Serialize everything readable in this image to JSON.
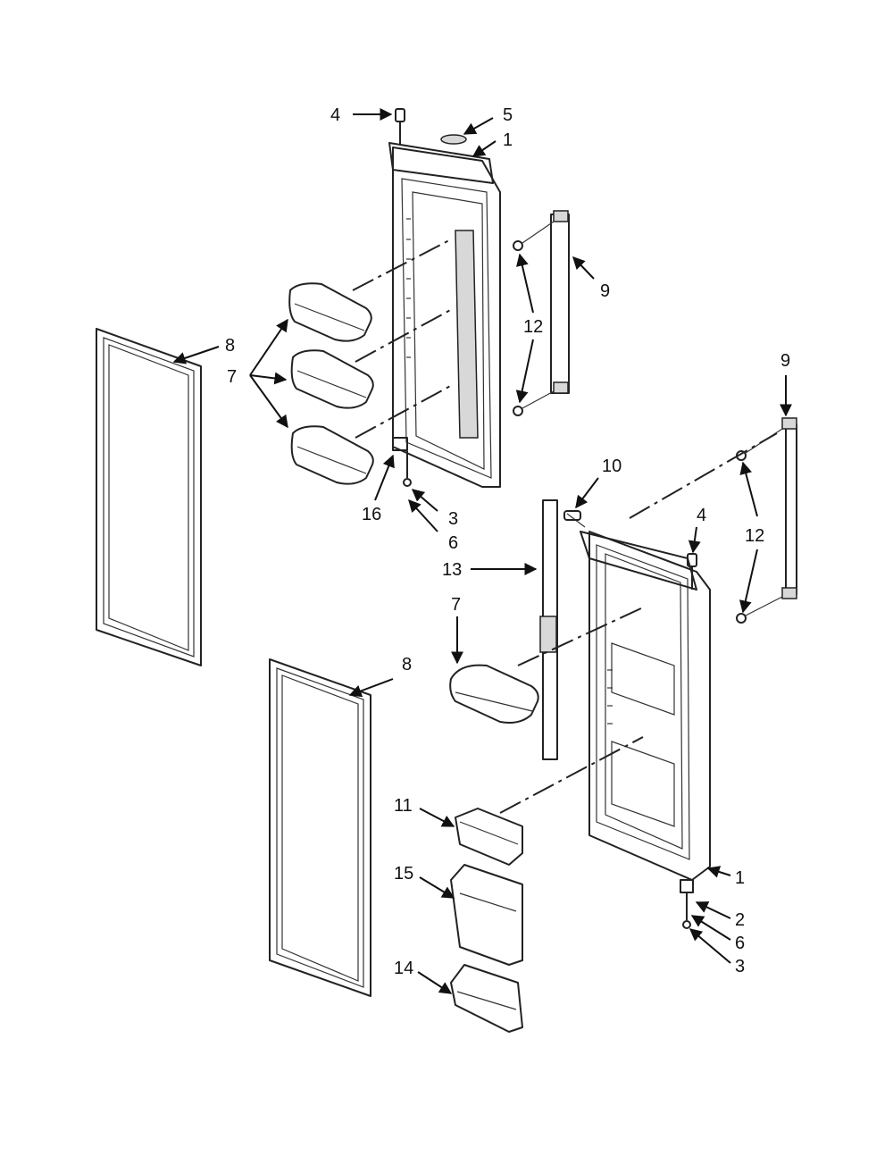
{
  "callouts": {
    "c4_top": "4",
    "c5": "5",
    "c1_top": "1",
    "c9_left": "9",
    "c12_left": "12",
    "c8_left": "8",
    "c7_left": "7",
    "c16": "16",
    "c3_top": "3",
    "c6_top": "6",
    "c9_right": "9",
    "c10": "10",
    "c4_right": "4",
    "c12_right": "12",
    "c13": "13",
    "c7_right": "7",
    "c8_right": "8",
    "c11": "11",
    "c15": "15",
    "c14": "14",
    "c1_bottom": "1",
    "c2": "2",
    "c6_bottom": "6",
    "c3_bottom": "3"
  }
}
